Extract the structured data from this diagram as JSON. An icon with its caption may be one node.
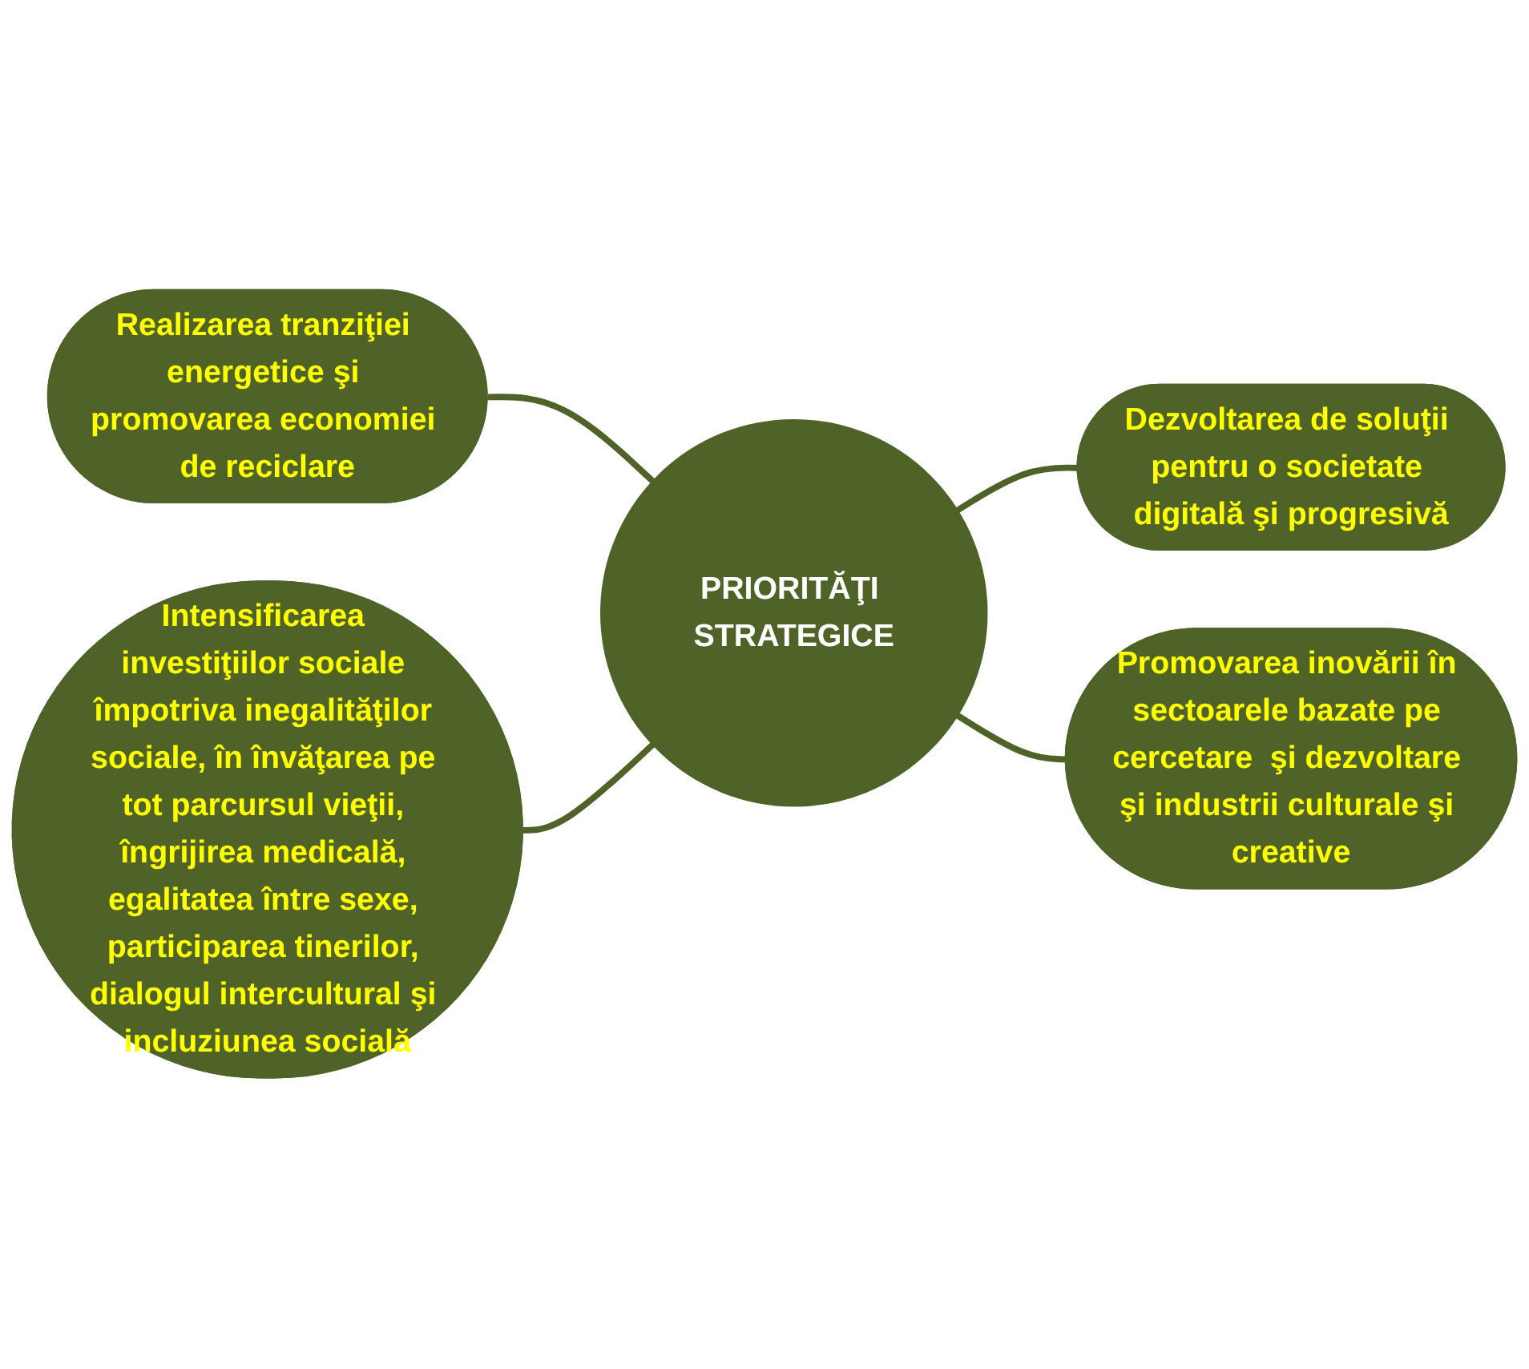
{
  "diagram": {
    "nodes": [
      {
        "text": [
          "PRIORITĂŢI STRATEGICE"
        ]
      },
      {
        "text": [
          "Realizarea tranziţiei energetice şi promovarea economiei de reciclare"
        ]
      },
      {
        "text": [
          "Intensificarea investiţiilor sociale împotriva inegalităţilor sociale, în învăţarea pe tot parcursul vieţii, îngrijirea medicală, egalitatea între sexe, participarea tinerilor, dialogul intercultural şi incluziunea socială"
        ]
      },
      {
        "text": [
          "Dezvoltarea de soluţii pentru o societate digitală şi progresivă"
        ]
      },
      {
        "text": [
          "Promovarea inovării în sectoarele bazate pe cercetare  şi dezvoltare şi industrii culturale şi creative"
        ]
      }
    ],
    "edges": [
      {
        "from": 1,
        "to": 0,
        "arrow": "none"
      },
      {
        "from": 2,
        "to": 0,
        "arrow": "none"
      },
      {
        "from": 0,
        "to": 3,
        "arrow": "none"
      },
      {
        "from": 0,
        "to": 4,
        "arrow": "none"
      }
    ]
  }
}
